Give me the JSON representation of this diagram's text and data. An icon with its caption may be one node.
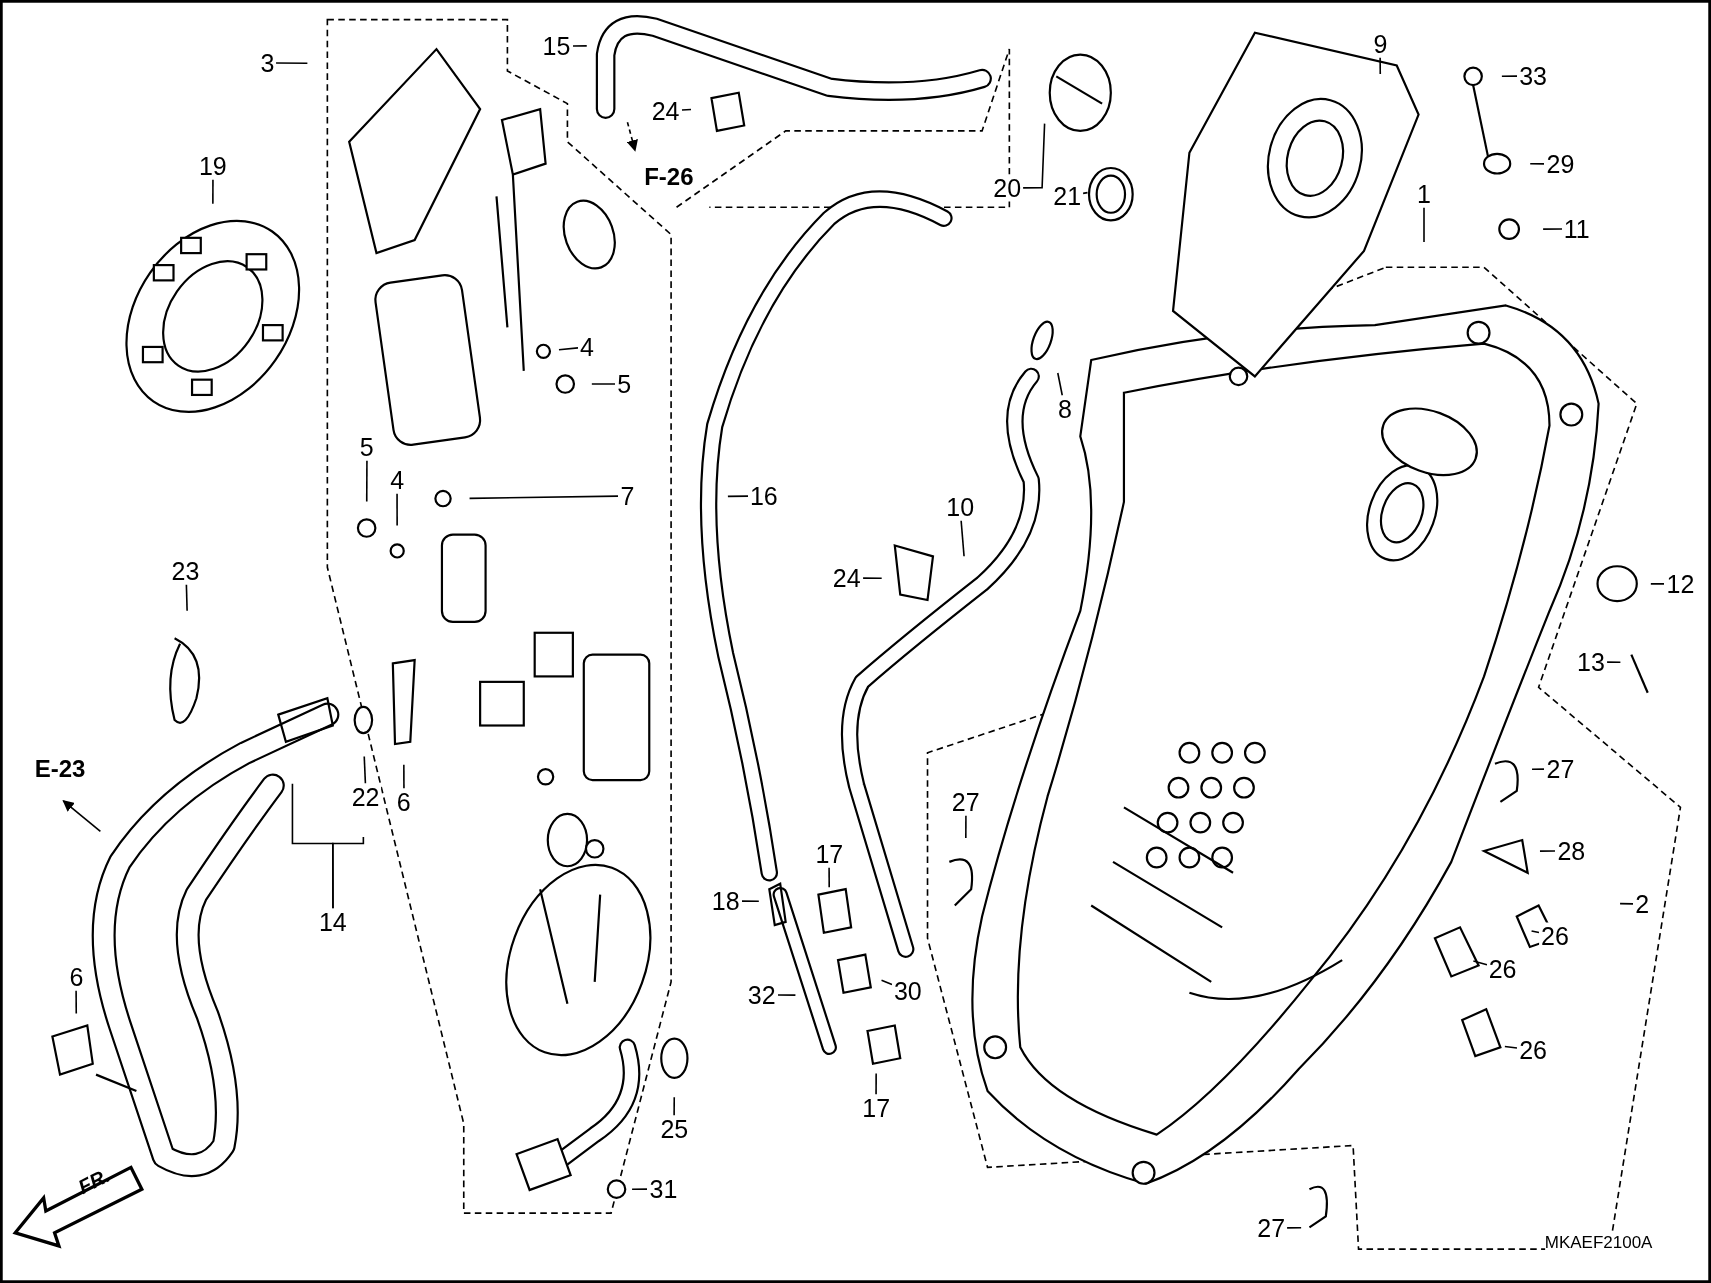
{
  "diagram": {
    "nodes": [
      {
        "text": [
          "15"
        ]
      },
      {
        "text": [
          "9"
        ]
      },
      {
        "text": [
          "3"
        ]
      },
      {
        "text": [
          "33"
        ]
      },
      {
        "text": [
          "24"
        ]
      },
      {
        "text": [
          "29"
        ]
      },
      {
        "text": [
          "19"
        ]
      },
      {
        "text": [
          "20"
        ]
      },
      {
        "text": [
          "21"
        ]
      },
      {
        "text": [
          "1"
        ]
      },
      {
        "text": [
          "11"
        ]
      },
      {
        "text": [
          "4"
        ]
      },
      {
        "text": [
          "5"
        ]
      },
      {
        "text": [
          "8"
        ]
      },
      {
        "text": [
          "5"
        ]
      },
      {
        "text": [
          "4"
        ]
      },
      {
        "text": [
          "7"
        ]
      },
      {
        "text": [
          "16"
        ]
      },
      {
        "text": [
          "10"
        ]
      },
      {
        "text": [
          "23"
        ]
      },
      {
        "text": [
          "24"
        ]
      },
      {
        "text": [
          "12"
        ]
      },
      {
        "text": [
          "13"
        ]
      },
      {
        "text": [
          "27"
        ]
      },
      {
        "text": [
          "22"
        ]
      },
      {
        "text": [
          "6"
        ]
      },
      {
        "text": [
          "27"
        ]
      },
      {
        "text": [
          "28"
        ]
      },
      {
        "text": [
          "17"
        ]
      },
      {
        "text": [
          "18"
        ]
      },
      {
        "text": [
          "2"
        ]
      },
      {
        "text": [
          "14"
        ]
      },
      {
        "text": [
          "26"
        ]
      },
      {
        "text": [
          "26"
        ]
      },
      {
        "text": [
          "6"
        ]
      },
      {
        "text": [
          "30"
        ]
      },
      {
        "text": [
          "32"
        ]
      },
      {
        "text": [
          "26"
        ]
      },
      {
        "text": [
          "17"
        ]
      },
      {
        "text": [
          "25"
        ]
      },
      {
        "text": [
          "31"
        ]
      },
      {
        "text": [
          "27"
        ]
      }
    ],
    "edges": [
      {
        "from": 0,
        "to": null,
        "arrow": "none"
      },
      {
        "from": 1,
        "to": null,
        "arrow": "none"
      },
      {
        "from": 2,
        "to": null,
        "arrow": "none"
      },
      {
        "from": 3,
        "to": null,
        "arrow": "none"
      },
      {
        "from": 4,
        "to": null,
        "arrow": "none"
      },
      {
        "from": 5,
        "to": null,
        "arrow": "none"
      },
      {
        "from": 6,
        "to": null,
        "arrow": "none"
      },
      {
        "from": 7,
        "to": null,
        "arrow": "none"
      },
      {
        "from": 8,
        "to": null,
        "arrow": "none"
      },
      {
        "from": 9,
        "to": null,
        "arrow": "none"
      },
      {
        "from": 10,
        "to": null,
        "arrow": "none"
      },
      {
        "from": 11,
        "to": null,
        "arrow": "none"
      },
      {
        "from": 12,
        "to": null,
        "arrow": "none"
      },
      {
        "from": 13,
        "to": null,
        "arrow": "none"
      },
      {
        "from": 14,
        "to": null,
        "arrow": "none"
      },
      {
        "from": 15,
        "to": null,
        "arrow": "none"
      },
      {
        "from": 16,
        "to": null,
        "arrow": "none"
      },
      {
        "from": 17,
        "to": null,
        "arrow": "none"
      },
      {
        "from": 18,
        "to": null,
        "arrow": "none"
      },
      {
        "from": 19,
        "to": null,
        "arrow": "none"
      },
      {
        "from": 20,
        "to": null,
        "arrow": "none"
      },
      {
        "from": 21,
        "to": null,
        "arrow": "none"
      },
      {
        "from": 22,
        "to": null,
        "arrow": "none"
      },
      {
        "from": 23,
        "to": null,
        "arrow": "none"
      },
      {
        "from": 24,
        "to": null,
        "arrow": "none"
      },
      {
        "from": 25,
        "to": null,
        "arrow": "none"
      },
      {
        "from": 26,
        "to": null,
        "arrow": "none"
      },
      {
        "from": 27,
        "to": null,
        "arrow": "none"
      },
      {
        "from": 28,
        "to": null,
        "arrow": "none"
      },
      {
        "from": 29,
        "to": null,
        "arrow": "none"
      },
      {
        "from": 30,
        "to": null,
        "arrow": "none"
      },
      {
        "from": 31,
        "to": null,
        "arrow": "none"
      },
      {
        "from": 32,
        "to": null,
        "arrow": "none"
      },
      {
        "from": 33,
        "to": null,
        "arrow": "none"
      },
      {
        "from": 34,
        "to": null,
        "arrow": "none"
      },
      {
        "from": 35,
        "to": null,
        "arrow": "none"
      },
      {
        "from": 36,
        "to": null,
        "arrow": "none"
      },
      {
        "from": 37,
        "to": null,
        "arrow": "none"
      },
      {
        "from": 38,
        "to": null,
        "arrow": "none"
      },
      {
        "from": 39,
        "to": null,
        "arrow": "none"
      },
      {
        "from": 40,
        "to": null,
        "arrow": "none"
      },
      {
        "from": 41,
        "to": null,
        "arrow": "none"
      },
      {
        "from": 31,
        "to": null,
        "arrow": "none"
      }
    ],
    "labels": [
      "F-26",
      "E-23",
      "FR.",
      "MKAEF2100A"
    ]
  }
}
